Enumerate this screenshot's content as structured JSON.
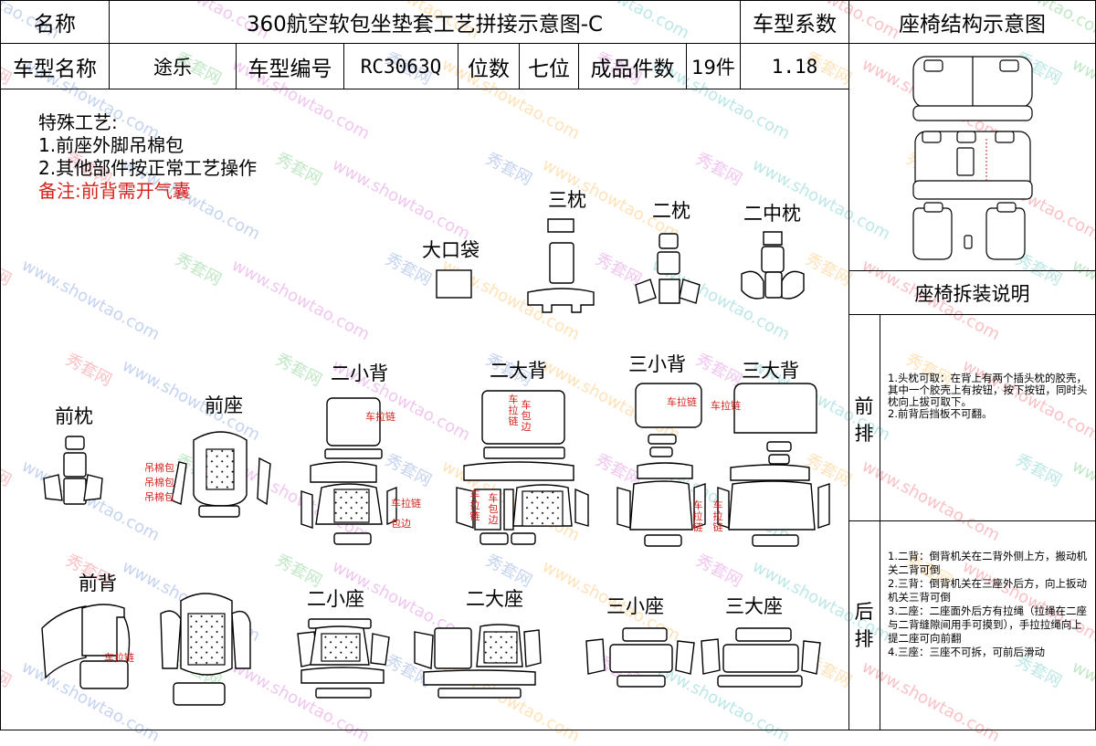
{
  "header": {
    "name_label": "名称",
    "diagram_title": "360航空软包坐垫套工艺拼接示意图-C",
    "coef_label": "车型系数",
    "seat_structure_title": "座椅结构示意图",
    "model_name_label": "车型名称",
    "model_name_value": "途乐",
    "model_code_label": "车型编号",
    "model_code_value": "RC3063Q",
    "seats_label": "位数",
    "seats_value": "七位",
    "pieces_label": "成品件数",
    "pieces_value": "19件",
    "coef_value": "1.18"
  },
  "special": {
    "title": "特殊工艺:",
    "line1": "1.前座外脚吊棉包",
    "line2": "2.其他部件按正常工艺操作",
    "remark": "备注:前背需开气囊"
  },
  "parts": {
    "big_pocket": "大口袋",
    "third_pillow": "三枕",
    "second_pillow": "二枕",
    "second_mid_pillow": "二中枕",
    "front_pillow": "前枕",
    "front_seat": "前座",
    "second_small_back": "二小背",
    "second_big_back": "二大背",
    "third_small_back": "三小背",
    "third_big_back": "三大背",
    "front_back": "前背",
    "second_small_seat": "二小座",
    "second_big_seat": "二大座",
    "third_small_seat": "三小座",
    "third_big_seat": "三大座"
  },
  "annotations": {
    "zipper": "车拉链",
    "cotton_bag": "吊棉包",
    "piping": "包边",
    "vert_zipper": "车拉链",
    "vert_piping": "车包边"
  },
  "disassembly": {
    "title": "座椅拆装说明",
    "front_row_label": "前排",
    "front_notes": "1.头枕可取：在背上有两个插头枕的胶壳，其中一个胶壳上有按钮，按下按钮，同时头枕向上拔可取下。\n2.前背后挡板不可翻。",
    "rear_row_label": "后排",
    "rear_notes": "1.二背：倒背机关在二背外侧上方，搬动机关二背可倒\n2.三背：倒背机关在三座外后方，向上扳动机关三背可倒\n3.二座：二座面外后方有拉绳（拉绳在二座与二背缝隙间用手可摸到），手拉拉绳向上提二座可向前翻\n4.三座：三座不可拆，可前后滑动"
  },
  "watermark": {
    "brand": "秀套网",
    "url": "www.showtao.com"
  }
}
